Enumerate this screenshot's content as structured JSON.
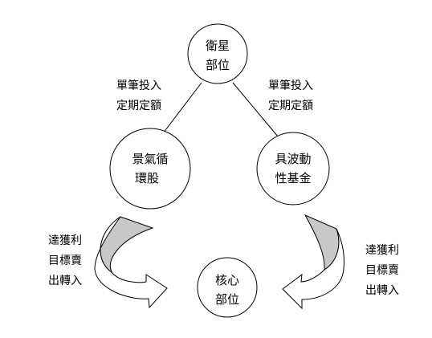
{
  "nodes": {
    "satellite": {
      "line1": "衛星",
      "line2": "部位"
    },
    "cyclical": {
      "line1": "景氣循",
      "line2": "環股"
    },
    "volatile": {
      "line1": "具波動",
      "line2": "性基金"
    },
    "core": {
      "line1": "核心",
      "line2": "部位"
    }
  },
  "edge_labels": {
    "left": {
      "line1": "單筆投入",
      "line2": "定期定額"
    },
    "right": {
      "line1": "單筆投入",
      "line2": "定期定額"
    }
  },
  "flow_labels": {
    "left": {
      "line1": "達獲利",
      "line2": "目標賣",
      "line3": "出轉入"
    },
    "right": {
      "line1": "達獲利",
      "line2": "目標賣",
      "line3": "出轉入"
    }
  }
}
